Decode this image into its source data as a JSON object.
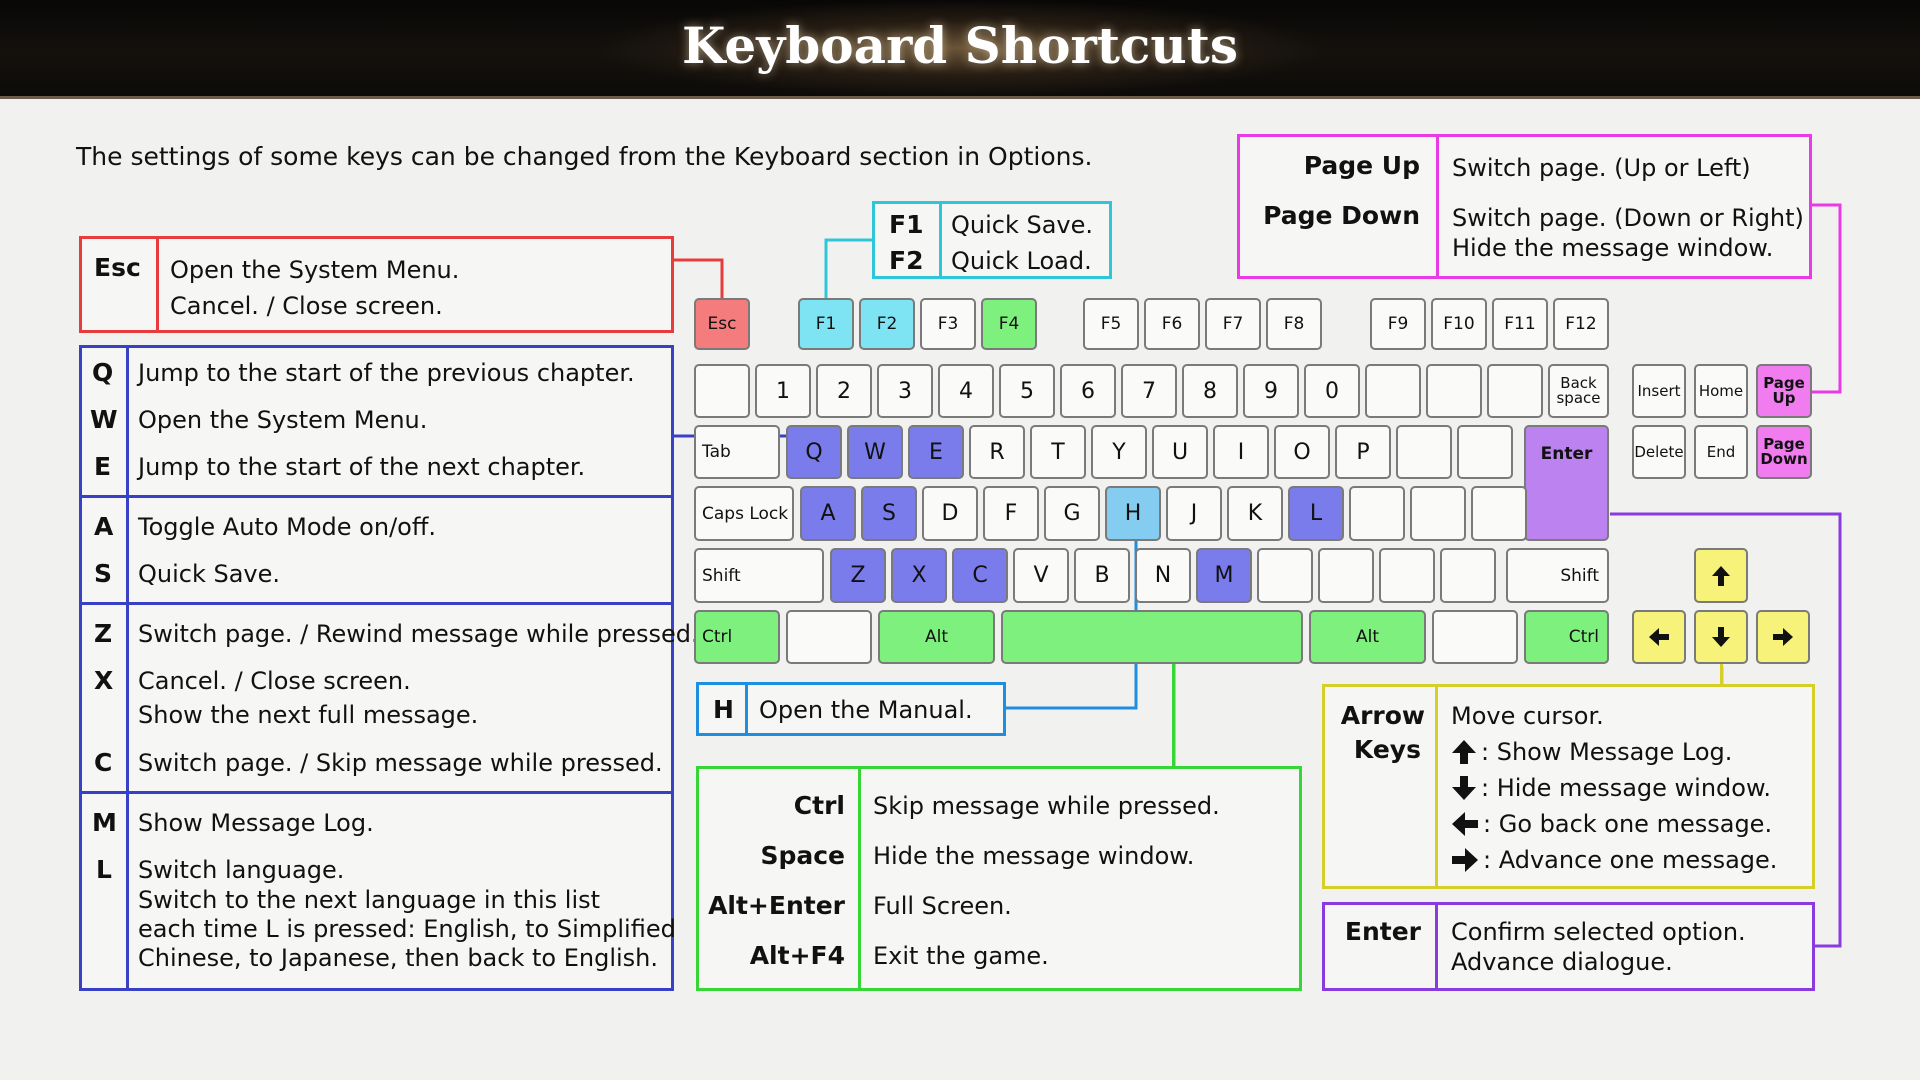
{
  "title": "Keyboard Shortcuts",
  "intro": "The settings of some keys can be changed from the Keyboard section in Options.",
  "colors": {
    "esc": "#e83b3b",
    "fkeys": "#2ec6d8",
    "letters": "#3940c8",
    "h": "#1e8fe0",
    "mods": "#37d637",
    "page": "#e83be6",
    "arrows": "#d6cf2a",
    "enter": "#8a3be0"
  },
  "esc_panel": {
    "key": "Esc",
    "lines": [
      "Open the System Menu.",
      "Cancel. / Close screen."
    ]
  },
  "f_panel": {
    "rows": [
      {
        "key": "F1",
        "desc": "Quick Save."
      },
      {
        "key": "F2",
        "desc": "Quick Load."
      }
    ]
  },
  "page_panel": {
    "rows": [
      {
        "key": "Page Up",
        "desc": "Switch page. (Up or Left)"
      },
      {
        "key": "Page Down",
        "desc": "Switch page. (Down or Right)"
      }
    ],
    "extra": "Hide the message window."
  },
  "letters_panel": {
    "q": {
      "key": "Q",
      "desc": "Jump to the start of the previous chapter."
    },
    "w": {
      "key": "W",
      "desc": "Open the System Menu."
    },
    "e": {
      "key": "E",
      "desc": "Jump to the start of the next chapter."
    },
    "a": {
      "key": "A",
      "desc": "Toggle Auto Mode on/off."
    },
    "s": {
      "key": "S",
      "desc": "Quick Save."
    },
    "z": {
      "key": "Z",
      "desc": "Switch page. / Rewind message while pressed."
    },
    "x": {
      "key": "X",
      "desc": "Cancel. / Close screen.",
      "desc2": "Show the next full message."
    },
    "c": {
      "key": "C",
      "desc": "Switch page. / Skip message while pressed."
    },
    "m": {
      "key": "M",
      "desc": "Show Message Log."
    },
    "l": {
      "key": "L",
      "desc": "Switch language.",
      "desc2": "Switch to the next language in this list",
      "desc3": "each time L is pressed: English, to Simplified",
      "desc4": "Chinese, to Japanese, then back to English."
    }
  },
  "h_panel": {
    "key": "H",
    "desc": "Open the Manual."
  },
  "mods_panel": {
    "rows": [
      {
        "key": "Ctrl",
        "desc": "Skip message while pressed."
      },
      {
        "key": "Space",
        "desc": "Hide the message window."
      },
      {
        "key": "Alt+Enter",
        "desc": "Full Screen."
      },
      {
        "key": "Alt+F4",
        "desc": "Exit the game."
      }
    ]
  },
  "arrow_panel": {
    "key_line1": "Arrow",
    "key_line2": "Keys",
    "lead": "Move cursor.",
    "items": [
      {
        "icon": "arrow-up-icon",
        "desc": ": Show Message Log."
      },
      {
        "icon": "arrow-down-icon",
        "desc": ": Hide message window."
      },
      {
        "icon": "arrow-left-icon",
        "desc": ": Go back one message."
      },
      {
        "icon": "arrow-right-icon",
        "desc": ": Advance one message."
      }
    ]
  },
  "enter_panel": {
    "key": "Enter",
    "lines": [
      "Confirm selected option.",
      "Advance dialogue."
    ]
  },
  "keyboard": {
    "esc": "Esc",
    "fkeys": [
      "F1",
      "F2",
      "F3",
      "F4",
      "F5",
      "F6",
      "F7",
      "F8",
      "F9",
      "F10",
      "F11",
      "F12"
    ],
    "numbers": [
      "1",
      "2",
      "3",
      "4",
      "5",
      "6",
      "7",
      "8",
      "9",
      "0"
    ],
    "backspace_1": "Back",
    "backspace_2": "space",
    "tab": "Tab",
    "qrow": [
      "Q",
      "W",
      "E",
      "R",
      "T",
      "Y",
      "U",
      "I",
      "O",
      "P"
    ],
    "enter": "Enter",
    "capslock": "Caps Lock",
    "arow": [
      "A",
      "S",
      "D",
      "F",
      "G",
      "H",
      "J",
      "K",
      "L"
    ],
    "shift": "Shift",
    "zrow": [
      "Z",
      "X",
      "C",
      "V",
      "B",
      "N",
      "M"
    ],
    "ctrl": "Ctrl",
    "alt": "Alt",
    "insert": "Insert",
    "home": "Home",
    "pageup_1": "Page",
    "pageup_2": "Up",
    "delete": "Delete",
    "end": "End",
    "pagedown_1": "Page",
    "pagedown_2": "Down"
  }
}
